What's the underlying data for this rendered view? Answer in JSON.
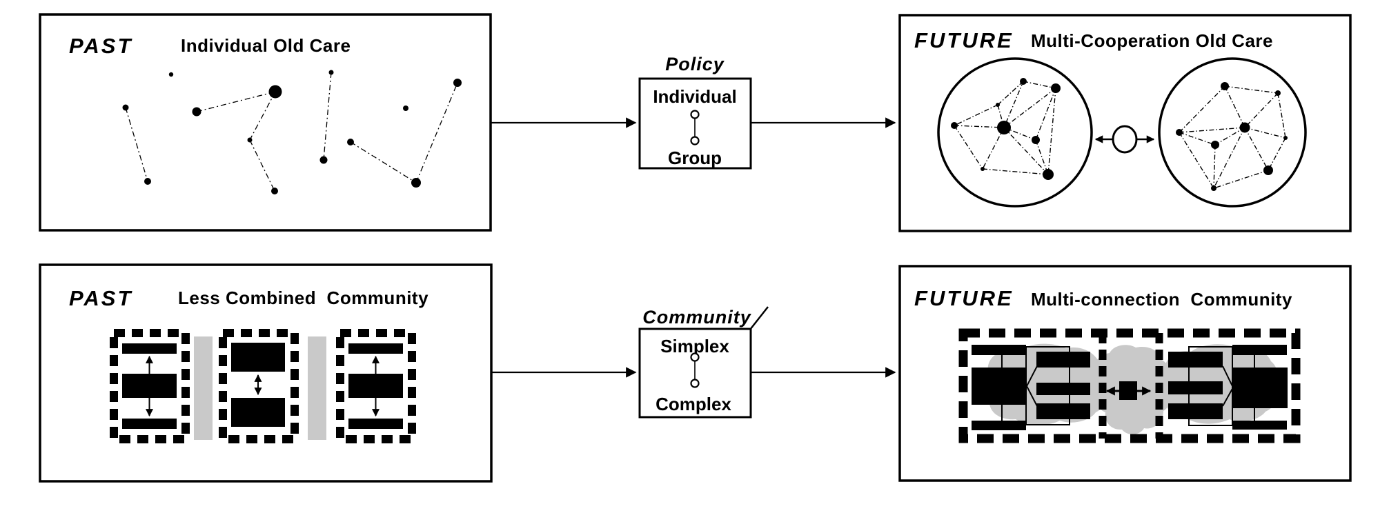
{
  "colors": {
    "ink": "#000000",
    "muted_gray": "#c9c9c9",
    "background": "#ffffff"
  },
  "rows": {
    "old_care": {
      "past": {
        "era": "PAST",
        "title": "Individual Old Care"
      },
      "transform": {
        "label": "Policy",
        "top": "Individual",
        "bottom": "Group"
      },
      "future": {
        "era": "FUTURE",
        "title": "Multi-Cooperation Old Care"
      }
    },
    "community": {
      "past": {
        "era": "PAST",
        "title": "Less Combined  Community"
      },
      "transform": {
        "label": "Community",
        "top": "Simplex",
        "bottom": "Complex"
      },
      "future": {
        "era": "FUTURE",
        "title": "Multi-connection  Community"
      }
    }
  }
}
